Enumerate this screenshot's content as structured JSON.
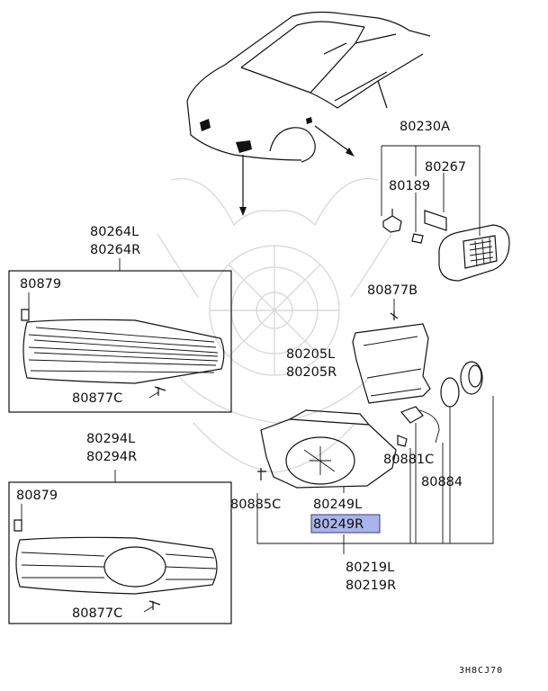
{
  "labels": {
    "p80230A": "80230A",
    "p80267": "80267",
    "p80189": "80189",
    "p80264L": "80264L",
    "p80264R": "80264R",
    "p80879_top": "80879",
    "p80877B": "80877B",
    "p80205L": "80205L",
    "p80205R": "80205R",
    "p80877C_top": "80877C",
    "p80294L": "80294L",
    "p80294R": "80294R",
    "p80881C": "80881C",
    "p80884": "80884",
    "p80879_bottom": "80879",
    "p80885C": "80885C",
    "p80249L": "80249L",
    "p80249R": "80249R",
    "p80219L": "80219L",
    "p80219R": "80219R",
    "p80877C_bottom": "80877C"
  },
  "diagram_code": "3H8CJ70",
  "highlight_color": "#a9b4e8"
}
